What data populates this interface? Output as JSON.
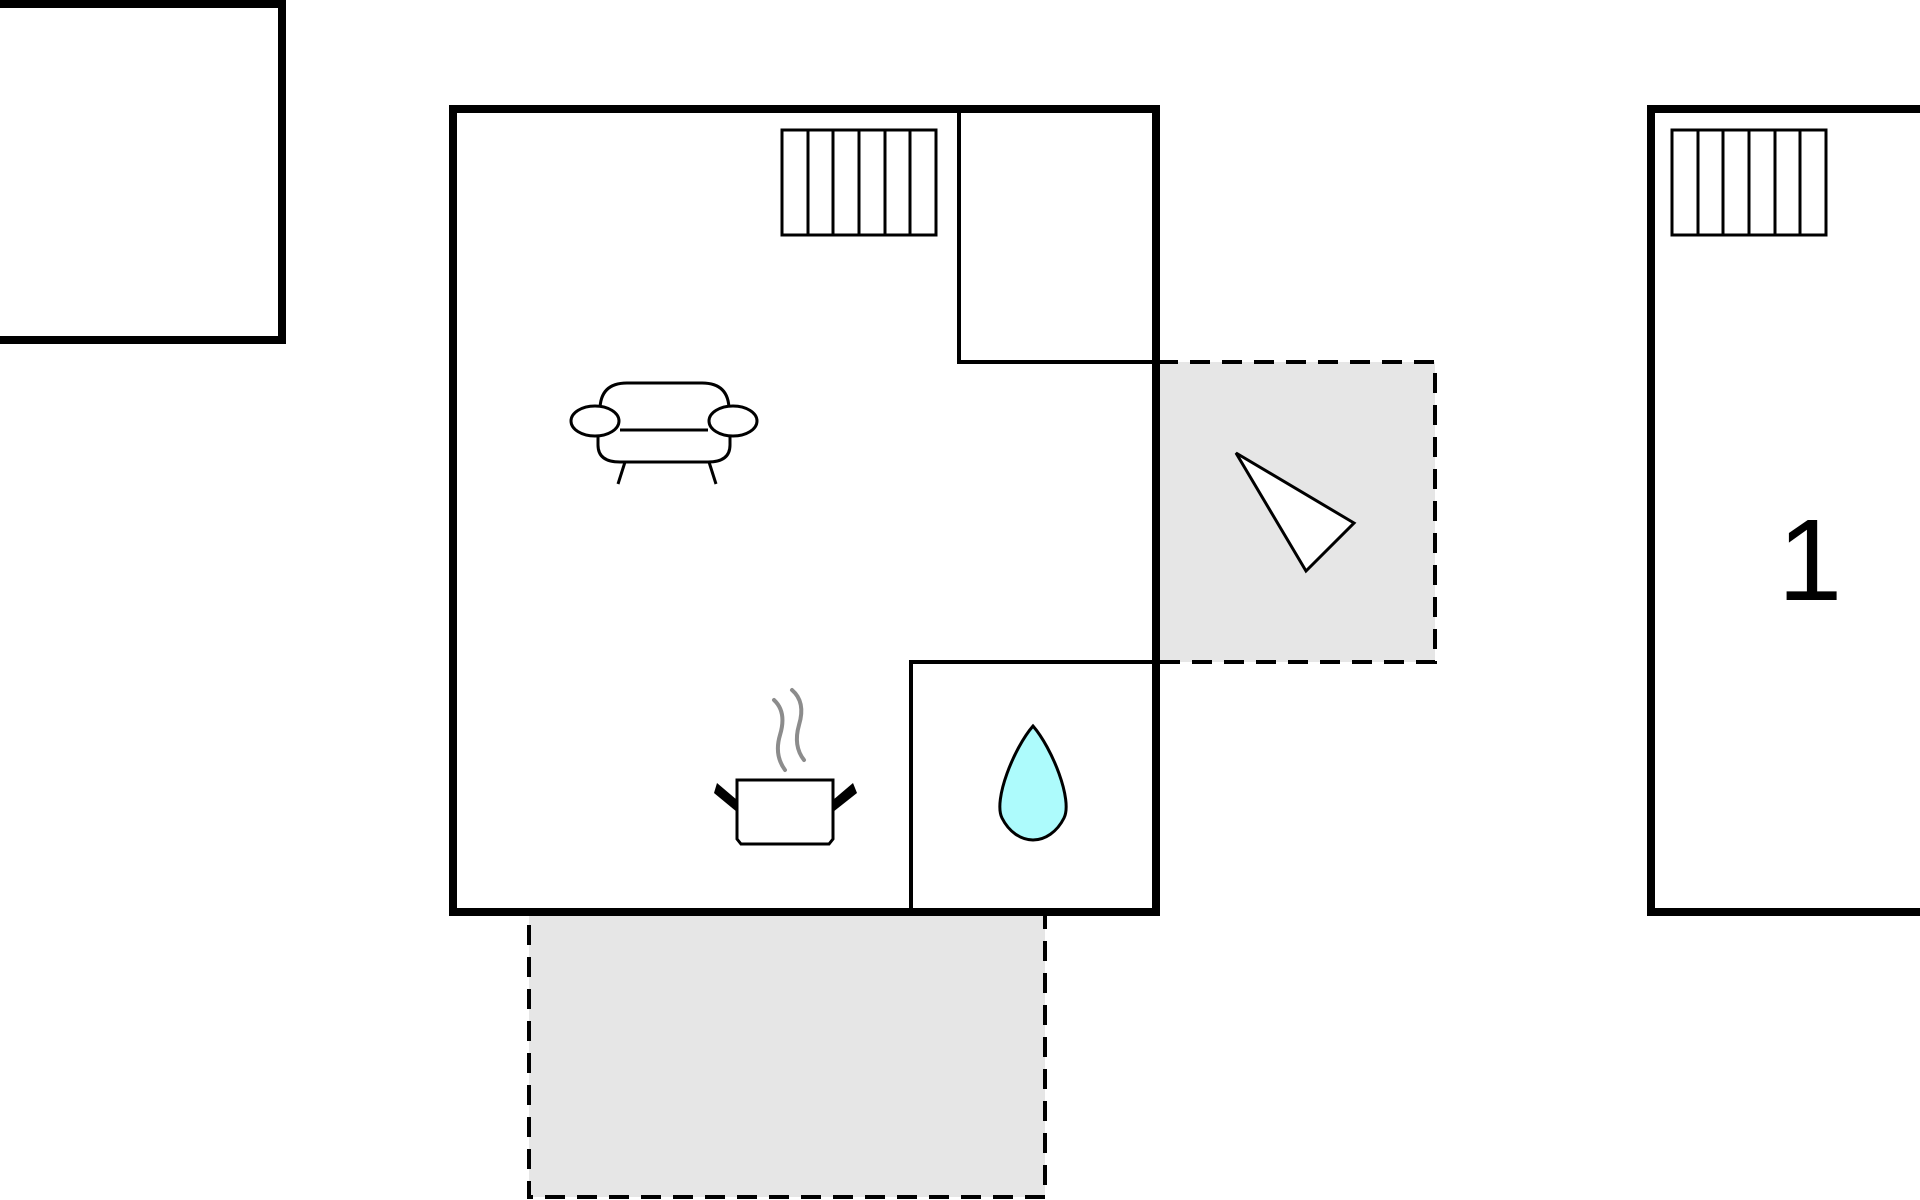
{
  "floor_plan": {
    "rooms": [
      {
        "id": "outbuilding",
        "label": ""
      },
      {
        "id": "main-room",
        "label": ""
      },
      {
        "id": "storage-room",
        "label": ""
      },
      {
        "id": "bathroom",
        "label": ""
      },
      {
        "id": "bedroom",
        "label": "1"
      }
    ],
    "outdoor_areas": [
      {
        "id": "side-terrace"
      },
      {
        "id": "front-terrace"
      }
    ],
    "icons": [
      "radiator-icon",
      "sofa-icon",
      "cooking-pot-icon",
      "water-drop-icon",
      "sun-lounger-icon"
    ],
    "colors": {
      "wall": "#000000",
      "terrace_fill": "#e6e6e6",
      "water": "#adfbfc",
      "steam": "#8c8c8c"
    }
  }
}
